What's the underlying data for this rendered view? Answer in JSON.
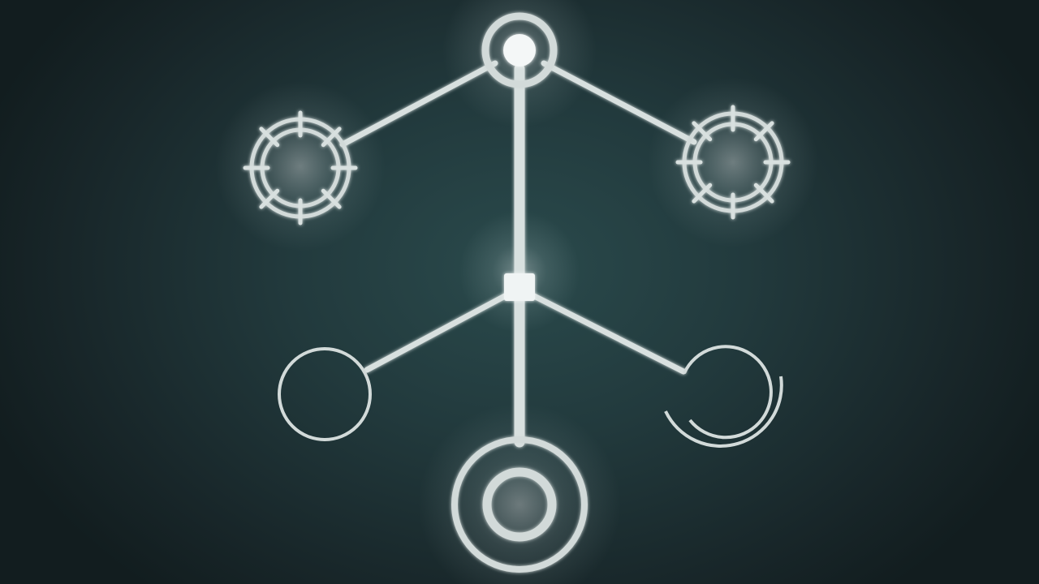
{
  "scene": {
    "background_color": "#1f3234",
    "line_color": "#d8e0df",
    "glow_color": "#ffffff"
  },
  "nodes": [
    {
      "id": "root",
      "shape": "double-ring-filled",
      "icon": "target-node-icon",
      "glowing": true
    },
    {
      "id": "hub",
      "shape": "filled-square",
      "icon": "hub-square-icon",
      "glowing": true
    },
    {
      "id": "upper-left",
      "shape": "double-ring-with-ticks",
      "icon": "gear-ring-icon",
      "glowing": true
    },
    {
      "id": "upper-right",
      "shape": "double-ring-with-ticks",
      "icon": "gear-ring-icon",
      "glowing": true
    },
    {
      "id": "lower-left",
      "shape": "single-ring",
      "icon": "empty-ring-icon",
      "glowing": false
    },
    {
      "id": "lower-right",
      "shape": "ring-with-arc",
      "icon": "arc-ring-icon",
      "glowing": false
    },
    {
      "id": "bottom",
      "shape": "double-ring",
      "icon": "concentric-ring-icon",
      "glowing": true
    }
  ],
  "links": [
    {
      "from": "root",
      "to": "upper-left"
    },
    {
      "from": "root",
      "to": "upper-right"
    },
    {
      "from": "root",
      "to": "hub"
    },
    {
      "from": "hub",
      "to": "lower-left"
    },
    {
      "from": "hub",
      "to": "lower-right"
    },
    {
      "from": "hub",
      "to": "bottom"
    }
  ]
}
